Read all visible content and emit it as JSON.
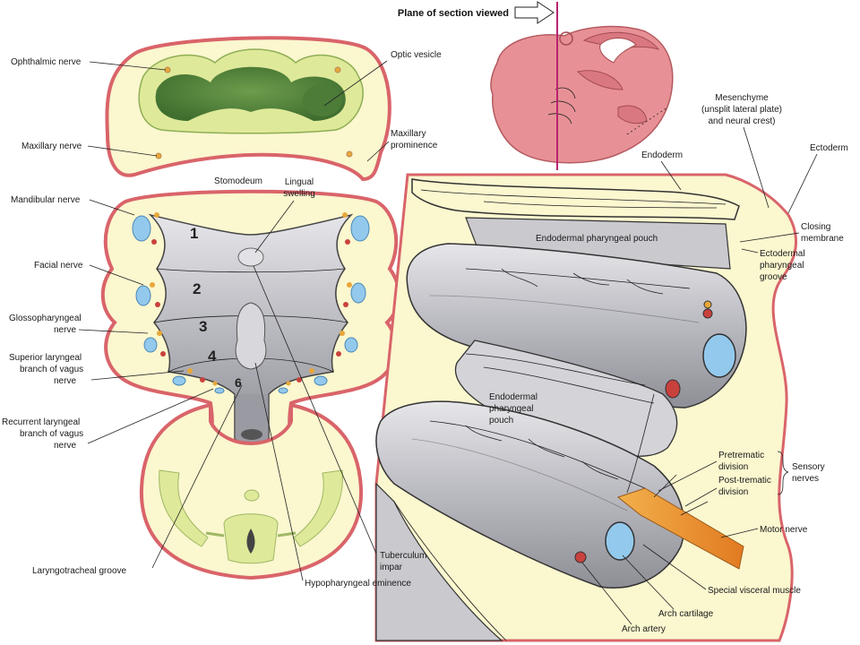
{
  "figure": {
    "plane_label": "Plane of section viewed",
    "arch_numbers": [
      "1",
      "2",
      "3",
      "4",
      "6"
    ],
    "left_labels": {
      "ophthalmic": "Ophthalmic nerve",
      "maxillary_nerve": "Maxillary nerve",
      "mandibular": "Mandibular nerve",
      "facial": "Facial nerve",
      "glosso_1": "Glossopharyngeal",
      "glosso_2": "nerve",
      "sup_1": "Superior laryngeal",
      "sup_2": "branch of vagus",
      "sup_3": "nerve",
      "rec_1": "Recurrent laryngeal",
      "rec_2": "branch of vagus",
      "rec_3": "nerve",
      "laryngotracheal": "Laryngotracheal groove"
    },
    "center_labels": {
      "optic_vesicle": "Optic vesicle",
      "maxillary_prom_1": "Maxillary",
      "maxillary_prom_2": "prominence",
      "stomodeum": "Stomodeum",
      "lingual_1": "Lingual",
      "lingual_2": "swelling",
      "tuberculum_1": "Tuberculum",
      "tuberculum_2": "impar",
      "hypopharyngeal": "Hypopharyngeal eminence"
    },
    "right_labels": {
      "mesenchyme_1": "Mesenchyme",
      "mesenchyme_2": "(unsplit lateral plate)",
      "mesenchyme_3": "and neural crest)",
      "endoderm": "Endoderm",
      "ectoderm": "Ectoderm",
      "closing_1": "Closing",
      "closing_2": "membrane",
      "ecto_groove_1": "Ectodermal",
      "ecto_groove_2": "pharyngeal",
      "ecto_groove_3": "groove",
      "endo_pouch_top": "Endodermal pharyngeal pouch",
      "endo_pouch_1": "Endodermal",
      "endo_pouch_2": "pharyngeal",
      "endo_pouch_3": "pouch",
      "pretrematic_1": "Pretrematic",
      "pretrematic_2": "division",
      "posttrematic_1": "Post-trematic",
      "posttrematic_2": "division",
      "sensory_1": "Sensory",
      "sensory_2": "nerves",
      "motor": "Motor nerve",
      "visceral_muscle": "Special visceral muscle",
      "arch_cartilage": "Arch cartilage",
      "arch_artery": "Arch artery"
    },
    "colors": {
      "skin": "#d9646a",
      "mesenchyme": "#fbf7cf",
      "neural": "#dfe99a",
      "neural_dark": "#5c8a3c",
      "pharynx": "#c9c9ce",
      "pharynx_dark": "#7d7d86",
      "nerve": "#e8a83a",
      "cartilage": "#93c9ec",
      "artery": "#c9413d",
      "embryo": "#e79196"
    }
  }
}
